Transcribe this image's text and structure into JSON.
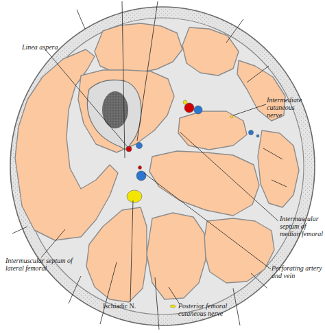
{
  "diagram": {
    "labels": [
      "Linea aspera",
      "Intermediate cutaneous nerve",
      "Intermuscular septum of median femoral",
      "Perforating artery and vein",
      "Intermuscular septum of lateral femoral",
      "Ischiadic N.",
      "Posterior femoral cutaneous nerve"
    ]
  }
}
